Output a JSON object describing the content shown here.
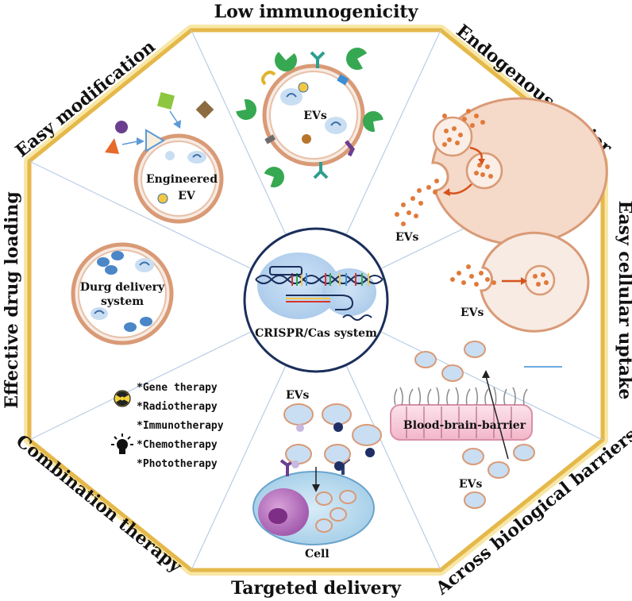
{
  "center": {
    "label": "CRISPR/Cas system"
  },
  "sections": {
    "top": "Low immunogenicity",
    "top_right": "Endogenous carrier",
    "right": "Easy cellular uptake",
    "bottom_right": "Across biological barriers",
    "bottom": "Targeted delivery",
    "bottom_left": "Combination therapy",
    "left": "Effective drug loading",
    "top_left": "Easy modification"
  },
  "labels": {
    "evs": "EVs",
    "engineered_1": "Engineered",
    "engineered_2": "EV",
    "drug_delivery_1": "Durg delivery",
    "drug_delivery_2": "system",
    "bbb": "Blood-brain-barrier",
    "cell": "Cell"
  },
  "therapies": [
    "*Gene therapy",
    "*Radiotherapy",
    "*Immunotherapy",
    "*Chemotherapy",
    "*Phototherapy"
  ],
  "colors": {
    "border": "#e5b84a",
    "glow": "#f8e7a6",
    "divider": "#b9cde6",
    "vesicle_rim": "#d99a76",
    "vesicle_fill": "#f7ebe3",
    "cargo": "#e07a3b",
    "cargo_blue": "#8cb7df",
    "green": "#36a851",
    "purple": "#6b3e8f"
  }
}
